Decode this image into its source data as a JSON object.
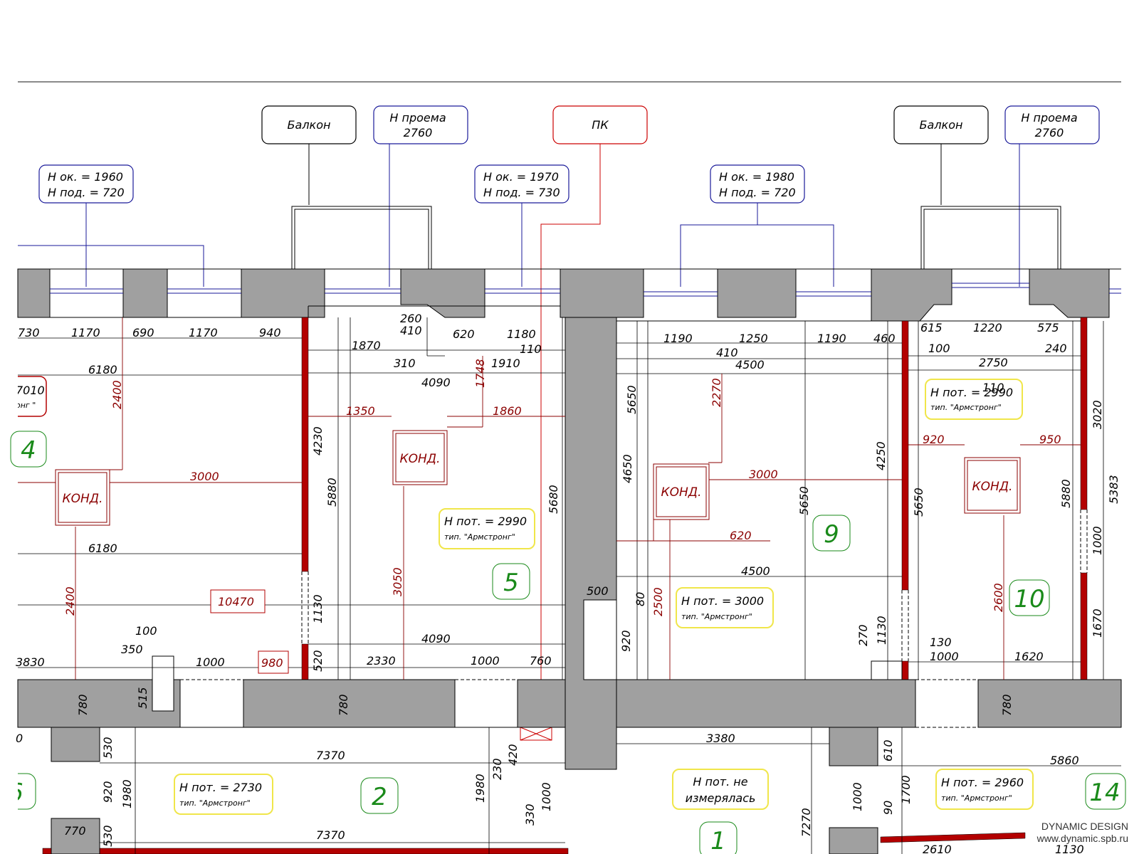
{
  "callouts": {
    "balkon_label": "Балкон",
    "opening_line1": "Н проема",
    "opening_line2": "2760",
    "pk_label": "ПК",
    "win1_l1": "Н ок. = 1960",
    "win1_l2": "Н под. = 720",
    "win2_l1": "Н ок. = 1970",
    "win2_l2": "Н под. = 730",
    "win3_l1": "Н ок. = 1980",
    "win3_l2": "Н под. = 720"
  },
  "ceilings": {
    "c2990_a": "Н пот. = 2990",
    "armstrong": "тип. \"Армстронг\"",
    "c3000": "Н пот. = 3000",
    "c2990_b": "Н пот. = 2990",
    "c2730": "Н пот. = 2730",
    "c2960": "Н пот. = 2960",
    "not_measured_l1": "Н пот. не",
    "not_measured_l2": "измерялась",
    "partial_l1": "7010",
    "partial_l2": "онг \""
  },
  "rooms": {
    "r1": "1",
    "r2": "2",
    "r4": "4",
    "r5": "5",
    "r6": "6",
    "r9": "9",
    "r10": "10",
    "r14": "14"
  },
  "ac_label": "КОНД.",
  "dims": {
    "d730": "730",
    "d1170a": "1170",
    "d690": "690",
    "d1170b": "1170",
    "d940": "940",
    "d6180a": "6180",
    "d6180b": "6180",
    "d2400a": "2400",
    "d2400b": "2400",
    "d3000a": "3000",
    "d10470": "10470",
    "d100a": "100",
    "d350": "350",
    "d3830": "3830",
    "d1000a": "1000",
    "d980": "980",
    "d515": "515",
    "d780a": "780",
    "d780b": "780",
    "d780c": "780",
    "d260": "260",
    "d410a": "410",
    "d620a": "620",
    "d1180": "1180",
    "d1870": "1870",
    "d110a": "110",
    "d310": "310",
    "d1910": "1910",
    "d1748": "1748",
    "d4090a": "4090",
    "d1350": "1350",
    "d1860": "1860",
    "d4230": "4230",
    "d5880a": "5880",
    "d5680": "5680",
    "d3050": "3050",
    "d1130a": "1130",
    "d520": "520",
    "d4090b": "4090",
    "d2330": "2330",
    "d1000b": "1000",
    "d760": "760",
    "d1190a": "1190",
    "d1250": "1250",
    "d1190b": "1190",
    "d460": "460",
    "d410b": "410",
    "d4500a": "4500",
    "d2270": "2270",
    "d5650a": "5650",
    "d4650": "4650",
    "d3000b": "3000",
    "d4250": "4250",
    "d5650b": "5650",
    "d5650c": "5650",
    "d620b": "620",
    "d4500b": "4500",
    "d500": "500",
    "d80": "80",
    "d2500": "2500",
    "d920a": "920",
    "d270": "270",
    "d1130b": "1130",
    "d615": "615",
    "d1220": "1220",
    "d575": "575",
    "d100b": "100",
    "d240": "240",
    "d2750": "2750",
    "d110b": "110",
    "d3020": "3020",
    "d920b": "920",
    "d950": "950",
    "d5880b": "5880",
    "d5383": "5383",
    "d1000c": "1000",
    "d2600": "2600",
    "d1670": "1670",
    "d130": "130",
    "d1000d": "1000",
    "d1620": "1620",
    "d0": "0",
    "d530a": "530",
    "d7370a": "7370",
    "d920c": "920",
    "d1980a": "1980",
    "d1980b": "1980",
    "d230": "230",
    "d420": "420",
    "d330": "330",
    "d1000e": "1000",
    "d770": "770",
    "d530b": "530",
    "d7370b": "7370",
    "d3380": "3380",
    "d7270": "7270",
    "d610": "610",
    "d1700": "1700",
    "d1000f": "1000",
    "d90": "90",
    "d5860": "5860",
    "d2610": "2610",
    "d1130c": "1130"
  },
  "branding": {
    "name": "DYNAMIC DESIGN",
    "url": "www.dynamic.spb.ru"
  },
  "colors": {
    "wall": "#a0a0a0",
    "partition": "#b30000",
    "callout_blue": "#1a1a9a",
    "callout_red": "#cc0000",
    "ceiling_box": "#f0e64a",
    "room_green": "#1a8a1a",
    "dim_red": "#8b0000"
  }
}
